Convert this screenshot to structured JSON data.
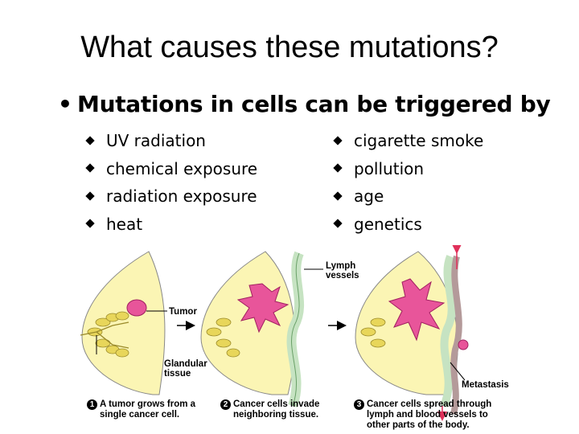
{
  "slide": {
    "title": "What causes these mutations?",
    "lead_bullet": "•",
    "lead_text": "Mutations in cells can be triggered by",
    "left_causes": [
      "UV radiation",
      "chemical exposure",
      "radiation exposure",
      "heat"
    ],
    "right_causes": [
      "cigarette smoke",
      "pollution",
      "age",
      "genetics"
    ]
  },
  "figure": {
    "labels": {
      "lymph": "Lymph\nvessels",
      "tumor": "Tumor",
      "glandular": "Glandular\ntissue",
      "metastasis": "Metastasis"
    },
    "captions": [
      {
        "num": "1",
        "text": "A tumor grows from a\nsingle cancer cell."
      },
      {
        "num": "2",
        "text": "Cancer cells invade\nneighboring tissue."
      },
      {
        "num": "3",
        "text": "Cancer cells spread through\nlymph and blood vessels to\nother parts of the body."
      }
    ],
    "colors": {
      "breast_fill": "#fbf5b4",
      "tumor": "#e8559a",
      "gland": "#e8d65a",
      "lymph": "#c6e3c2",
      "vessel": "#b49a9a",
      "arrow": "#e0305a"
    }
  }
}
